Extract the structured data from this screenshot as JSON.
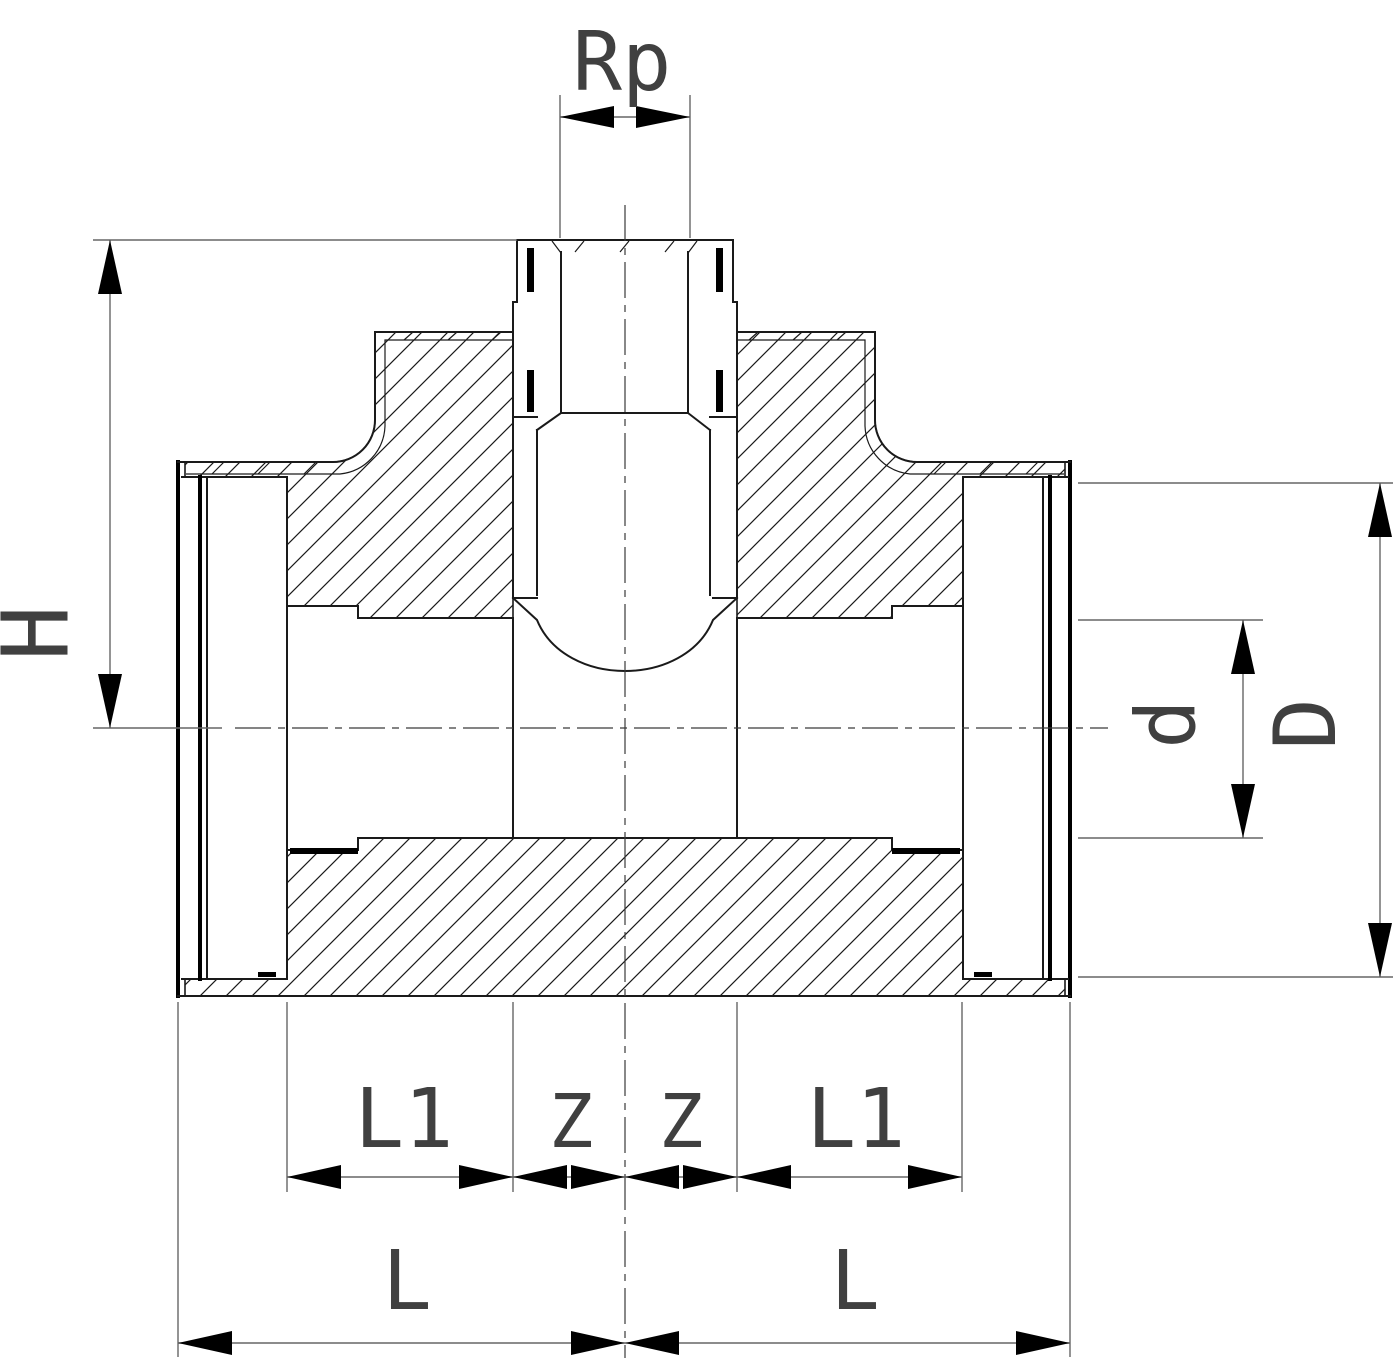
{
  "drawing": {
    "background": "#ffffff",
    "line_color": "#1a1a1a",
    "dim_color": "#666666",
    "label_color": "#404040",
    "labels": {
      "rp": "Rp",
      "h": "H",
      "d_small": "d",
      "d_big": "D",
      "l1_left": "L1",
      "z_left": "Z",
      "z_right": "Z",
      "l1_right": "L1",
      "l_left": "L",
      "l_right": "L"
    }
  }
}
